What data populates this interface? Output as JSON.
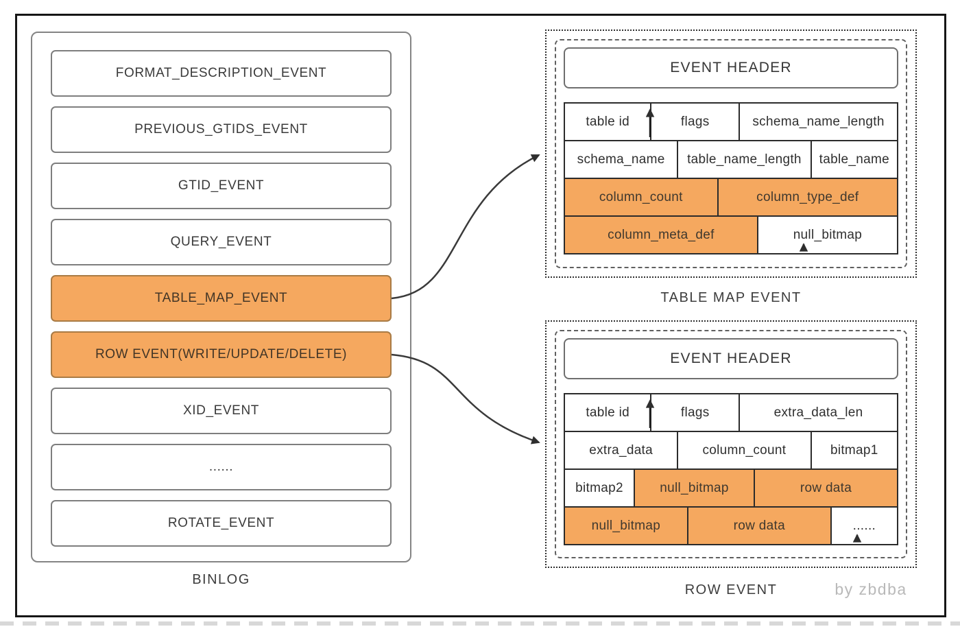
{
  "colors": {
    "orange": "#F5A85F",
    "orange_border": "#A97B45",
    "grid_border": "#2B2B2B",
    "text": "#3B3B3B",
    "muted_watermark": "#B9B9B9"
  },
  "binlog": {
    "caption": "BINLOG",
    "events": [
      {
        "label": "FORMAT_DESCRIPTION_EVENT",
        "highlight": false
      },
      {
        "label": "PREVIOUS_GTIDS_EVENT",
        "highlight": false
      },
      {
        "label": "GTID_EVENT",
        "highlight": false
      },
      {
        "label": "QUERY_EVENT",
        "highlight": false
      },
      {
        "label": "TABLE_MAP_EVENT",
        "highlight": true
      },
      {
        "label": "ROW EVENT(WRITE/UPDATE/DELETE)",
        "highlight": true
      },
      {
        "label": "XID_EVENT",
        "highlight": false
      },
      {
        "label": "......",
        "highlight": false
      },
      {
        "label": "ROTATE_EVENT",
        "highlight": false
      }
    ]
  },
  "table_map_event": {
    "caption": "TABLE MAP EVENT",
    "header": "EVENT HEADER",
    "rows": [
      [
        {
          "label": "table id",
          "w": 26,
          "highlight": false
        },
        {
          "label": "flags",
          "w": 26.5,
          "highlight": false
        },
        {
          "label": "schema_name_length",
          "w": 47.5,
          "highlight": false
        }
      ],
      [
        {
          "label": "schema_name",
          "w": 34,
          "highlight": false
        },
        {
          "label": "table_name_length",
          "w": 40,
          "highlight": false
        },
        {
          "label": "table_name",
          "w": 26,
          "highlight": false
        }
      ],
      [
        {
          "label": "column_count",
          "w": 46,
          "highlight": true
        },
        {
          "label": "column_type_def",
          "w": 54,
          "highlight": true
        }
      ],
      [
        {
          "label": "column_meta_def",
          "w": 58,
          "highlight": true
        },
        {
          "label": "null_bitmap",
          "w": 42,
          "highlight": false
        }
      ]
    ]
  },
  "row_event": {
    "caption": "ROW EVENT",
    "header": "EVENT HEADER",
    "rows": [
      [
        {
          "label": "table id",
          "w": 26,
          "highlight": false
        },
        {
          "label": "flags",
          "w": 26.5,
          "highlight": false
        },
        {
          "label": "extra_data_len",
          "w": 47.5,
          "highlight": false
        }
      ],
      [
        {
          "label": "extra_data",
          "w": 34,
          "highlight": false
        },
        {
          "label": "column_count",
          "w": 40,
          "highlight": false
        },
        {
          "label": "bitmap1",
          "w": 26,
          "highlight": false
        }
      ],
      [
        {
          "label": "bitmap2",
          "w": 21,
          "highlight": false
        },
        {
          "label": "null_bitmap",
          "w": 36,
          "highlight": true
        },
        {
          "label": "row data",
          "w": 43,
          "highlight": true
        }
      ],
      [
        {
          "label": "null_bitmap",
          "w": 37,
          "highlight": true
        },
        {
          "label": "row data",
          "w": 43,
          "highlight": true
        },
        {
          "label": "......",
          "w": 20,
          "highlight": false
        }
      ]
    ]
  },
  "watermark": "by zbdba"
}
